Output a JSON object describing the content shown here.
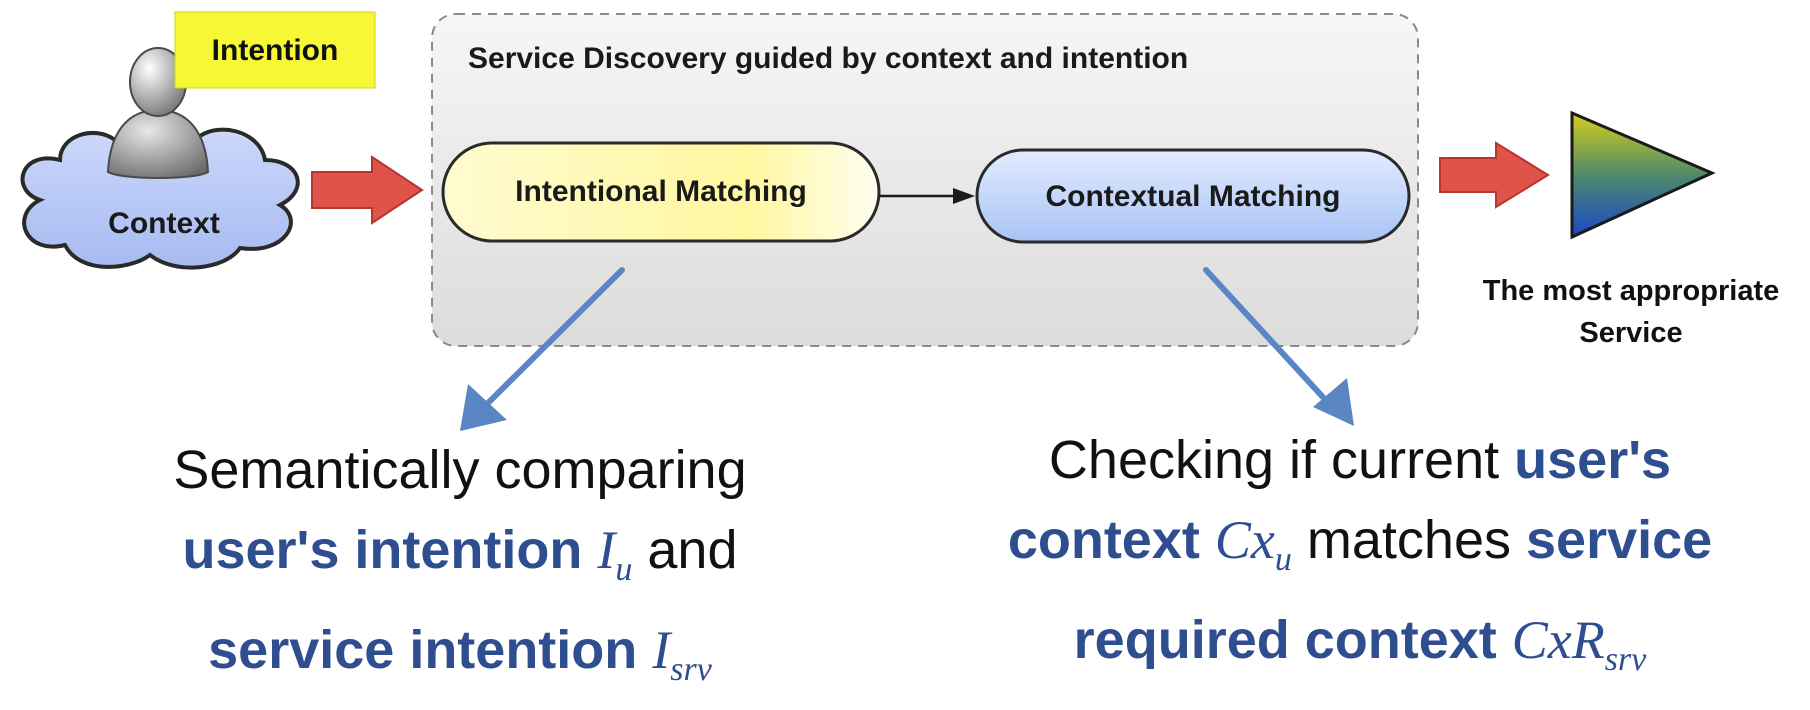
{
  "user": {
    "intention_label": "Intention",
    "context_label": "Context"
  },
  "discovery": {
    "title": "Service Discovery guided by context and intention",
    "intentional_matching": "Intentional Matching",
    "contextual_matching": "Contextual Matching"
  },
  "result": {
    "line1": "The most appropriate",
    "line2": "Service"
  },
  "left_caption": {
    "line1": "Semantically comparing",
    "user_intention": "user's intention",
    "iu_symbol": "I",
    "iu_sub": "u",
    "and": "and",
    "service_intention": "service intention",
    "isrv_symbol": "I",
    "isrv_sub": "srv"
  },
  "right_caption": {
    "checking": "Checking if current",
    "users": "user's",
    "context": "context",
    "cxu_symbol": "Cx",
    "cxu_sub": "u",
    "matches": "matches",
    "service": "service",
    "required_context": "required context",
    "cxr_symbol": "CxR",
    "cxr_sub": "srv"
  },
  "colors": {
    "cloud": "#b8c8f6",
    "red_arrow": "#e0534a",
    "blue_arrow": "#5b86c4",
    "caption_bold": "#2e4e8f",
    "sticky": "#f7f736"
  }
}
